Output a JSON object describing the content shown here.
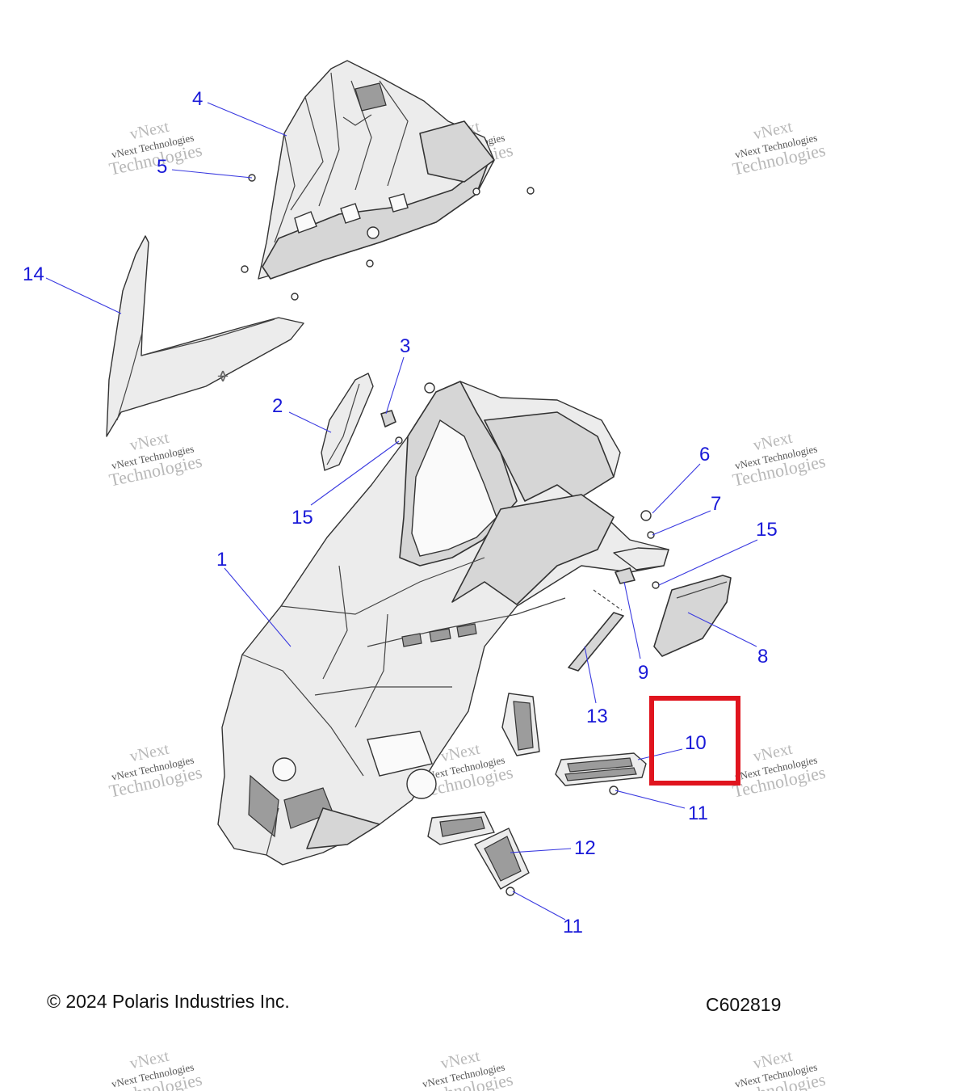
{
  "callouts": {
    "c1": "1",
    "c2": "2",
    "c3": "3",
    "c4": "4",
    "c5": "5",
    "c6": "6",
    "c7": "7",
    "c8": "8",
    "c9": "9",
    "c10": "10",
    "c11a": "11",
    "c11b": "11",
    "c12": "12",
    "c13": "13",
    "c14": "14",
    "c15a": "15",
    "c15b": "15"
  },
  "watermark": {
    "line1": "vNext",
    "line2": "vNext Technologies",
    "line3": "Technologies"
  },
  "footer": {
    "copyright": "© 2024 Polaris Industries Inc.",
    "drawing_number": "C602819"
  },
  "highlight": {
    "target": "10",
    "color": "#e0141e"
  },
  "colors": {
    "callout": "#1a1ad8",
    "leader": "#3a3ae0"
  }
}
